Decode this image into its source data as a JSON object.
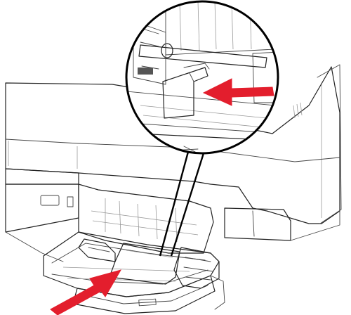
{
  "figure": {
    "subject": "printer",
    "steps": [
      {
        "name": "adjust-guide",
        "callout": "magnified"
      },
      {
        "name": "insert-paper",
        "callout": "none"
      }
    ]
  },
  "colors": {
    "arrow": "#e31e2d",
    "outline": "#222222",
    "body_light": "#ffffff",
    "body_shade": "#ececec",
    "magnifier_ring": "#000000"
  },
  "icons": [
    "push-arrow-icon",
    "insert-arrow-icon"
  ]
}
